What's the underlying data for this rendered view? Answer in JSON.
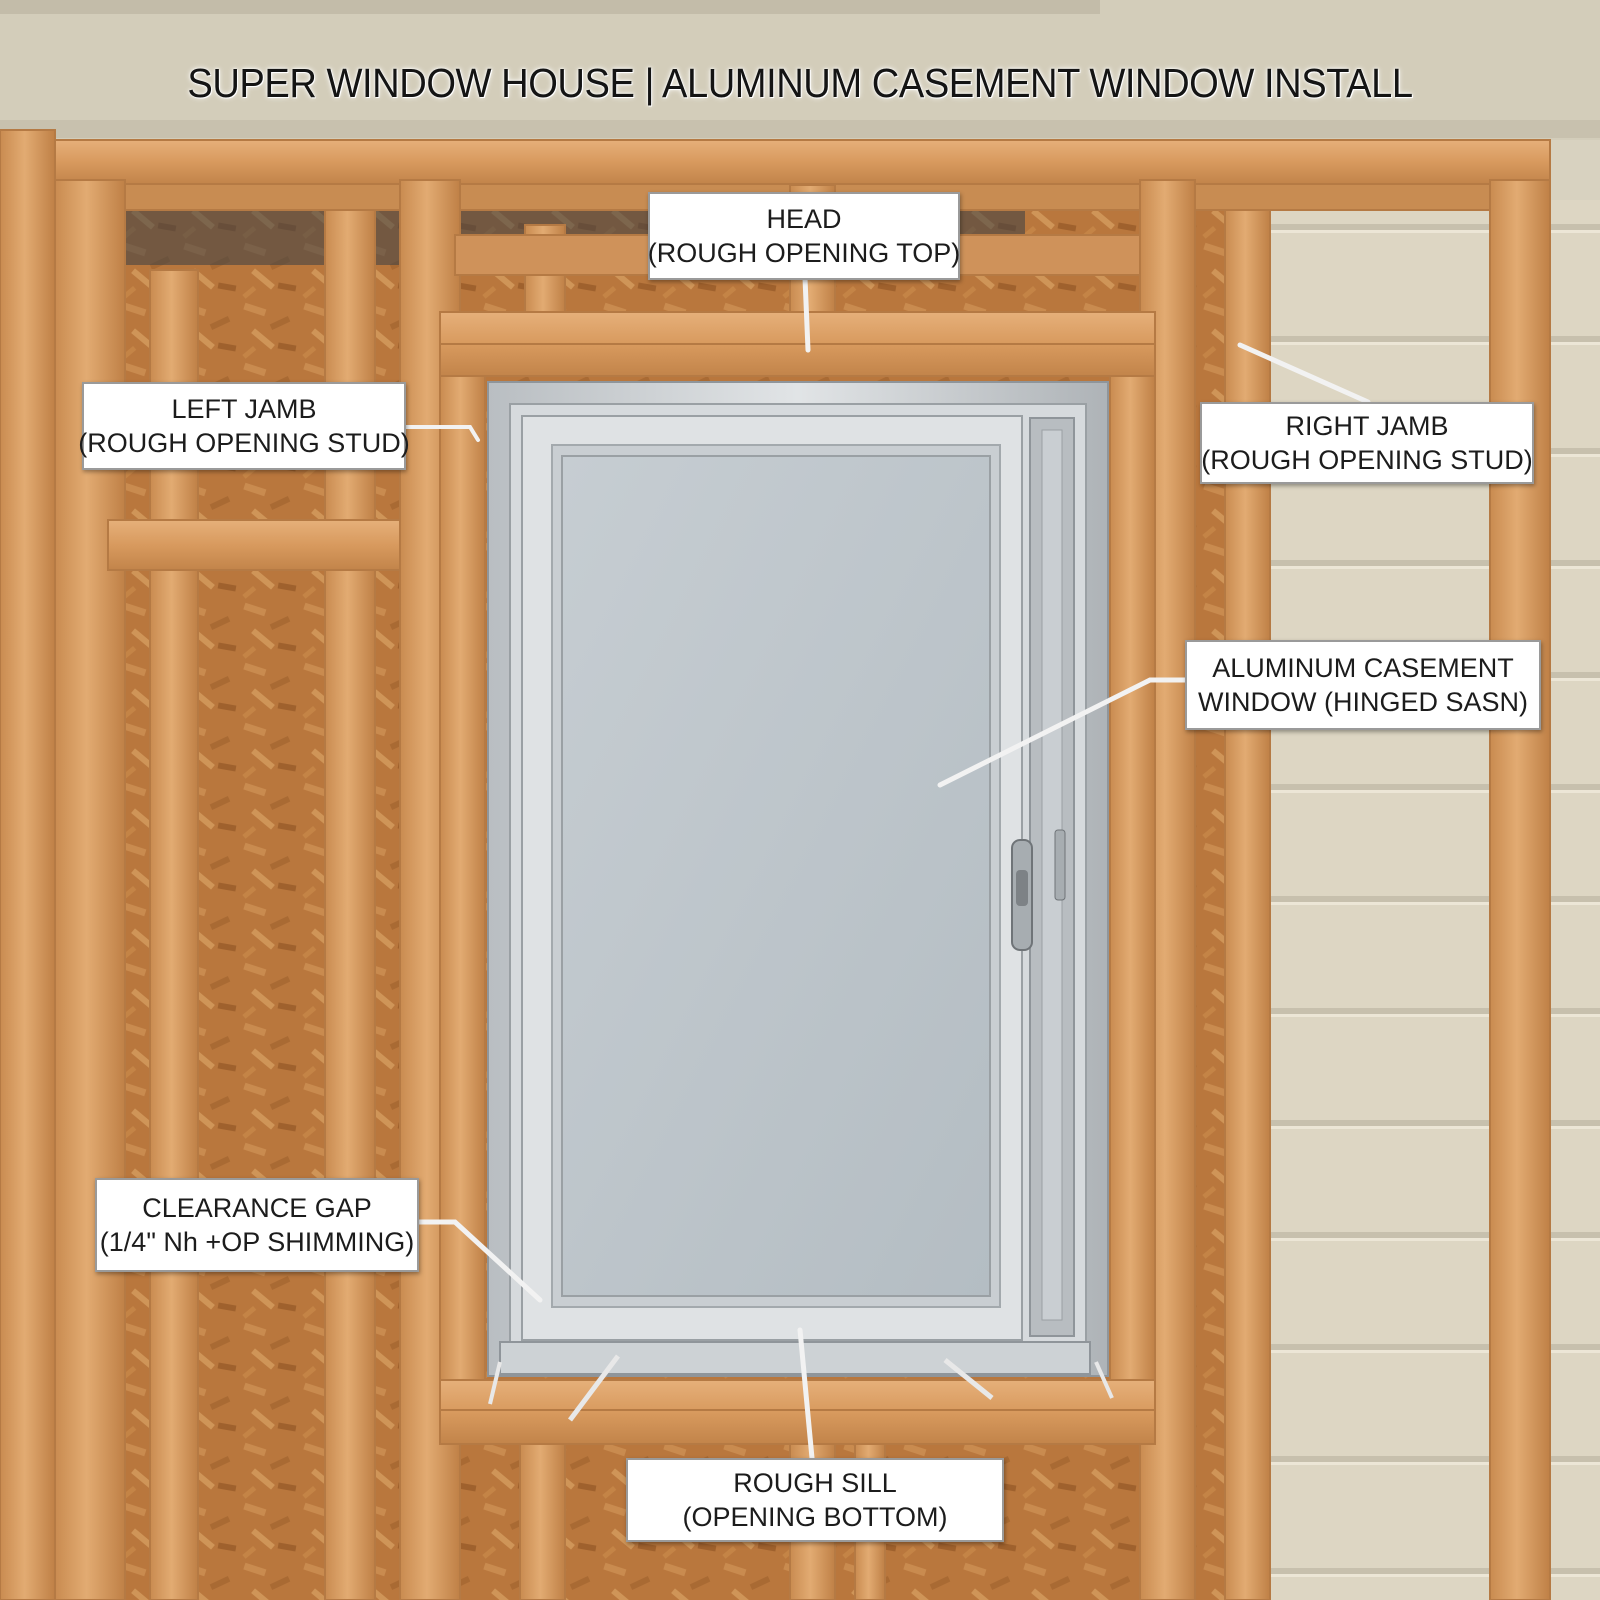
{
  "title": "SUPER WINDOW HOUSE | ALUMINUM CASEMENT WINDOW INSTALL",
  "callouts": {
    "head": {
      "line1": "HEAD",
      "line2": "(ROUGH OPENING TOP)"
    },
    "left_jamb": {
      "line1": "LEFT JAMB",
      "line2": "(ROUGH OPENING STUD)"
    },
    "right_jamb": {
      "line1": "RIGHT JAMB",
      "line2": "(ROUGH OPENING STUD)"
    },
    "casement": {
      "line1": "ALUMINUM CASEMENT",
      "line2": "WINDOW (HINGED SASN)"
    },
    "clearance_gap": {
      "line1": "CLEARANCE GAP",
      "line2": "(1/4\" Nh +OP SHIMMING)"
    },
    "rough_sill": {
      "line1": "ROUGH SILL",
      "line2": "(OPENING BOTTOM)"
    }
  },
  "colors": {
    "lumber": "#d79a5f",
    "lumber_edge": "#b97a42",
    "osb": "#b9773d",
    "siding": "#ddd6c3",
    "aluminum": "#c9ced1",
    "glass": "#bfc8cd"
  }
}
